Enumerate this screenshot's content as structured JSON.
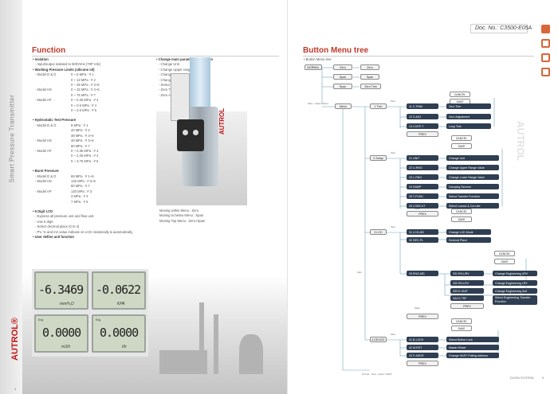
{
  "sidebar": {
    "title": "Smart Pressure Transmitter",
    "logo": "AUTROL®",
    "page_left": "4",
    "page_right": "5"
  },
  "header": {
    "doc_no": "Doc. No.: C3500-E05A"
  },
  "brand_vertical": "AUTROL",
  "colors": {
    "accent": "#c0392b",
    "dark_button": "#2f3e52",
    "square": "#d9653b"
  },
  "function": {
    "title": "Function",
    "isolation": {
      "head": "• Isolation",
      "text": "- Input/output isolated to 500Vrms (70P Vdc)"
    },
    "working": {
      "head": "• Working Pressure Limits (silicone oil)",
      "rows": [
        {
          "m": "- Model D & G",
          "v": "0 ~ 5 MPa : # 1"
        },
        {
          "m": "",
          "v": "0 ~ 13 MPa : # 2"
        },
        {
          "m": "",
          "v": "0 ~ 25 MPa : # 3~6"
        },
        {
          "m": "- Model HS",
          "v": "0 ~ 32 MPa : # 3~5"
        },
        {
          "m": "",
          "v": "0 ~ 75 MPa : # 7"
        },
        {
          "m": "- Model AP",
          "v": "0 ~ 0.25 MPa : # 3"
        },
        {
          "m": "",
          "v": "0 ~ 0.5 MPa : # 4"
        },
        {
          "m": "",
          "v": "0 ~ 2.5 MPa : # 5"
        }
      ]
    },
    "hydro": {
      "head": "• Hydrostatic Test Pressure",
      "rows": [
        {
          "m": "- Model D & G",
          "v": "8 MPa : # 1"
        },
        {
          "m": "",
          "v": "20 MPa : # 2"
        },
        {
          "m": "",
          "v": "38 MPa : # 3~6"
        },
        {
          "m": "- Model HS",
          "v": "48 MPa : # 3~5"
        },
        {
          "m": "",
          "v": "60 MPa : # 7"
        },
        {
          "m": "- Model AP",
          "v": "0 ~ 0.35 MPa : # 3"
        },
        {
          "m": "",
          "v": "0 ~ 2.25 MPa : # 4"
        },
        {
          "m": "",
          "v": "0 ~ 3.75 MPa : # 5"
        }
      ]
    },
    "burst": {
      "head": "• Burst Pressure",
      "rows": [
        {
          "m": "- Model D & G",
          "v": "69 MPa : # 1~6"
        },
        {
          "m": "- Model HS",
          "v": "132 MPa : # 3~5"
        },
        {
          "m": "",
          "v": "80 MPa : # 7"
        },
        {
          "m": "- Model AP",
          "v": "120 MPa : # 3"
        },
        {
          "m": "",
          "v": "3 MPa : # 4"
        },
        {
          "m": "",
          "v": "7 MPa : # 5"
        }
      ]
    },
    "lcd": {
      "head": "• 5 Digit LCD",
      "lines": [
        "- Express all pressure unit and flow unit.",
        "- Use 5 digit.",
        "- Select decimal place (0 to 4)",
        "- PV, % and mA value indicate on LCD rotationally & automatically."
      ]
    },
    "user": {
      "head": "• User define unit function"
    },
    "change": {
      "head": "• Change main parameter by Button",
      "lines": [
        "- Change Unit",
        "- Change Upper range value",
        "- Change Lower range value",
        "- Change the Damping Second",
        "- Select the Decimal Place",
        "- Zero Trim",
        "- Zero Adjustment"
      ]
    },
    "moving": [
      "Moving within Menu : Zero",
      "Moving to below Menu : Span",
      "Moving Top Menu : Zero+Span"
    ]
  },
  "lcds": [
    {
      "value": "-6.3469",
      "unit": "mmH₂O",
      "tag": ""
    },
    {
      "value": "-0.0622",
      "unit": "KPA",
      "tag": ""
    },
    {
      "value": "0.0000",
      "unit": "m3/h",
      "tag": "Eng"
    },
    {
      "value": "0.0000",
      "unit": "t/h",
      "tag": "Eng"
    }
  ],
  "tree": {
    "title": "Button Menu tree",
    "sub": "• Button Menu tree",
    "normal": "NORMAL",
    "zero": "Zero",
    "span": "Span",
    "zero_trim": "Zero Trim",
    "menu": "Menu",
    "one_trim": "1 Trim",
    "two_setup": "2 Setup",
    "three_lcd": "3 LCD",
    "four_device": "4 DEVICE",
    "cancel": "CANCEL",
    "save": "SAVE",
    "prev": "PREV",
    "g1": [
      {
        "k": "11 Z-TRIM",
        "d": "Zero Trim"
      },
      {
        "k": "12 Z-ADJ",
        "d": "Zero Adjustment"
      },
      {
        "k": "13 LOOP-T",
        "d": "Loop Test"
      }
    ],
    "g2": [
      {
        "k": "21 UNIT",
        "d": "Change Unit"
      },
      {
        "k": "22 U-RNG",
        "d": "Change Upper Range Value"
      },
      {
        "k": "23 L-RNG",
        "d": "Change Lower Range Value"
      },
      {
        "k": "24 DAMP",
        "d": "Damping Second"
      },
      {
        "k": "25 T-FUNC",
        "d": "Select Transfer Function"
      },
      {
        "k": "26 LOWCUT",
        "d": "Select Lowcut & Cut rate"
      }
    ],
    "g3": [
      {
        "k": "31 LCD-MD",
        "d": "Change LCD Mode"
      },
      {
        "k": "32 DEC-PL",
        "d": "Decimal Place"
      }
    ],
    "eng": "33 ENG-MD",
    "g33": [
      {
        "k": "331 EN-URV",
        "d": "Change Engineering URV"
      },
      {
        "k": "332 EN-LRV",
        "d": "Change Engineering LRV"
      },
      {
        "k": "333 E-UNIT",
        "d": "Change Engineering Unit"
      },
      {
        "k": "334 E-TRF",
        "d": "Select Engineering Transfer Function"
      }
    ],
    "g4": [
      {
        "k": "41 B-LOCK",
        "d": "Select Button Lock"
      },
      {
        "k": "42 M-RST",
        "d": "Master Reset"
      },
      {
        "k": "43 F-ADDR",
        "d": "Change HART Polling Address"
      }
    ],
    "notes": {
      "zero": "Zero",
      "span": "Span",
      "menu_note": "Zero + Span (2sec)",
      "footer_note": "At time : zero + span = EXIT"
    }
  },
  "footer": {
    "right": "DUON SYSTEM"
  }
}
